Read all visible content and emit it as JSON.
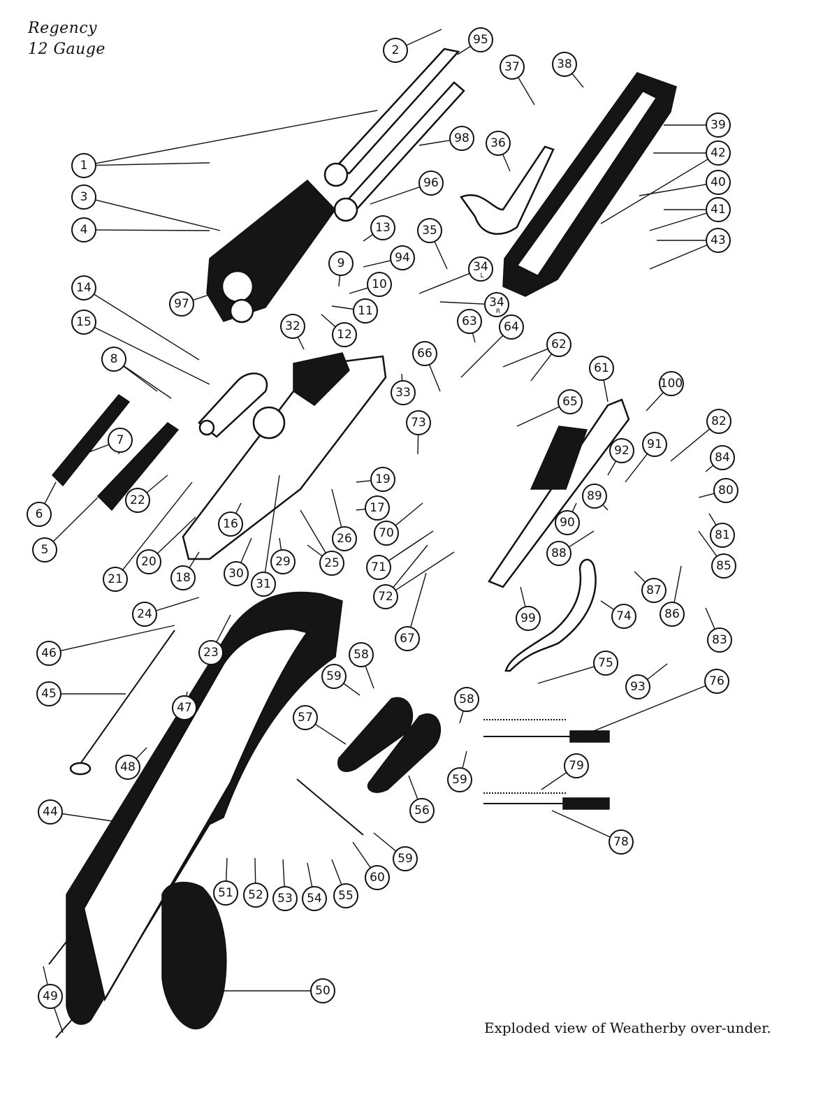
{
  "header": {
    "title_line1": "Regency",
    "title_line2": "12 Gauge"
  },
  "caption": "Exploded view of Weatherby over-under.",
  "callouts": [
    {
      "label": "1"
    },
    {
      "label": "2"
    },
    {
      "label": "3"
    },
    {
      "label": "4"
    },
    {
      "label": "5"
    },
    {
      "label": "6"
    },
    {
      "label": "7"
    },
    {
      "label": "8"
    },
    {
      "label": "9"
    },
    {
      "label": "10"
    },
    {
      "label": "11"
    },
    {
      "label": "12"
    },
    {
      "label": "13"
    },
    {
      "label": "14"
    },
    {
      "label": "15"
    },
    {
      "label": "16"
    },
    {
      "label": "17"
    },
    {
      "label": "18"
    },
    {
      "label": "19"
    },
    {
      "label": "20"
    },
    {
      "label": "21"
    },
    {
      "label": "22"
    },
    {
      "label": "23"
    },
    {
      "label": "24"
    },
    {
      "label": "25"
    },
    {
      "label": "26"
    },
    {
      "label": "29"
    },
    {
      "label": "30"
    },
    {
      "label": "31"
    },
    {
      "label": "32"
    },
    {
      "label": "33"
    },
    {
      "label": "34",
      "sub": "L"
    },
    {
      "label": "34",
      "sub": "R"
    },
    {
      "label": "35"
    },
    {
      "label": "36"
    },
    {
      "label": "37"
    },
    {
      "label": "38"
    },
    {
      "label": "39"
    },
    {
      "label": "40"
    },
    {
      "label": "41"
    },
    {
      "label": "42"
    },
    {
      "label": "43"
    },
    {
      "label": "44"
    },
    {
      "label": "45"
    },
    {
      "label": "46"
    },
    {
      "label": "47"
    },
    {
      "label": "48"
    },
    {
      "label": "49"
    },
    {
      "label": "50"
    },
    {
      "label": "51"
    },
    {
      "label": "52"
    },
    {
      "label": "53"
    },
    {
      "label": "54"
    },
    {
      "label": "55"
    },
    {
      "label": "56"
    },
    {
      "label": "57"
    },
    {
      "label": "58"
    },
    {
      "label": "58"
    },
    {
      "label": "59"
    },
    {
      "label": "59"
    },
    {
      "label": "59"
    },
    {
      "label": "60"
    },
    {
      "label": "61"
    },
    {
      "label": "62"
    },
    {
      "label": "63"
    },
    {
      "label": "64"
    },
    {
      "label": "65"
    },
    {
      "label": "66"
    },
    {
      "label": "67"
    },
    {
      "label": "70"
    },
    {
      "label": "71"
    },
    {
      "label": "72"
    },
    {
      "label": "73"
    },
    {
      "label": "74"
    },
    {
      "label": "75"
    },
    {
      "label": "76"
    },
    {
      "label": "78"
    },
    {
      "label": "79"
    },
    {
      "label": "80"
    },
    {
      "label": "81"
    },
    {
      "label": "82"
    },
    {
      "label": "83"
    },
    {
      "label": "84"
    },
    {
      "label": "85"
    },
    {
      "label": "86"
    },
    {
      "label": "87"
    },
    {
      "label": "88"
    },
    {
      "label": "89"
    },
    {
      "label": "90"
    },
    {
      "label": "91"
    },
    {
      "label": "92"
    },
    {
      "label": "93"
    },
    {
      "label": "94"
    },
    {
      "label": "95"
    },
    {
      "label": "96"
    },
    {
      "label": "97"
    },
    {
      "label": "98"
    },
    {
      "label": "99"
    },
    {
      "label": "100"
    }
  ]
}
